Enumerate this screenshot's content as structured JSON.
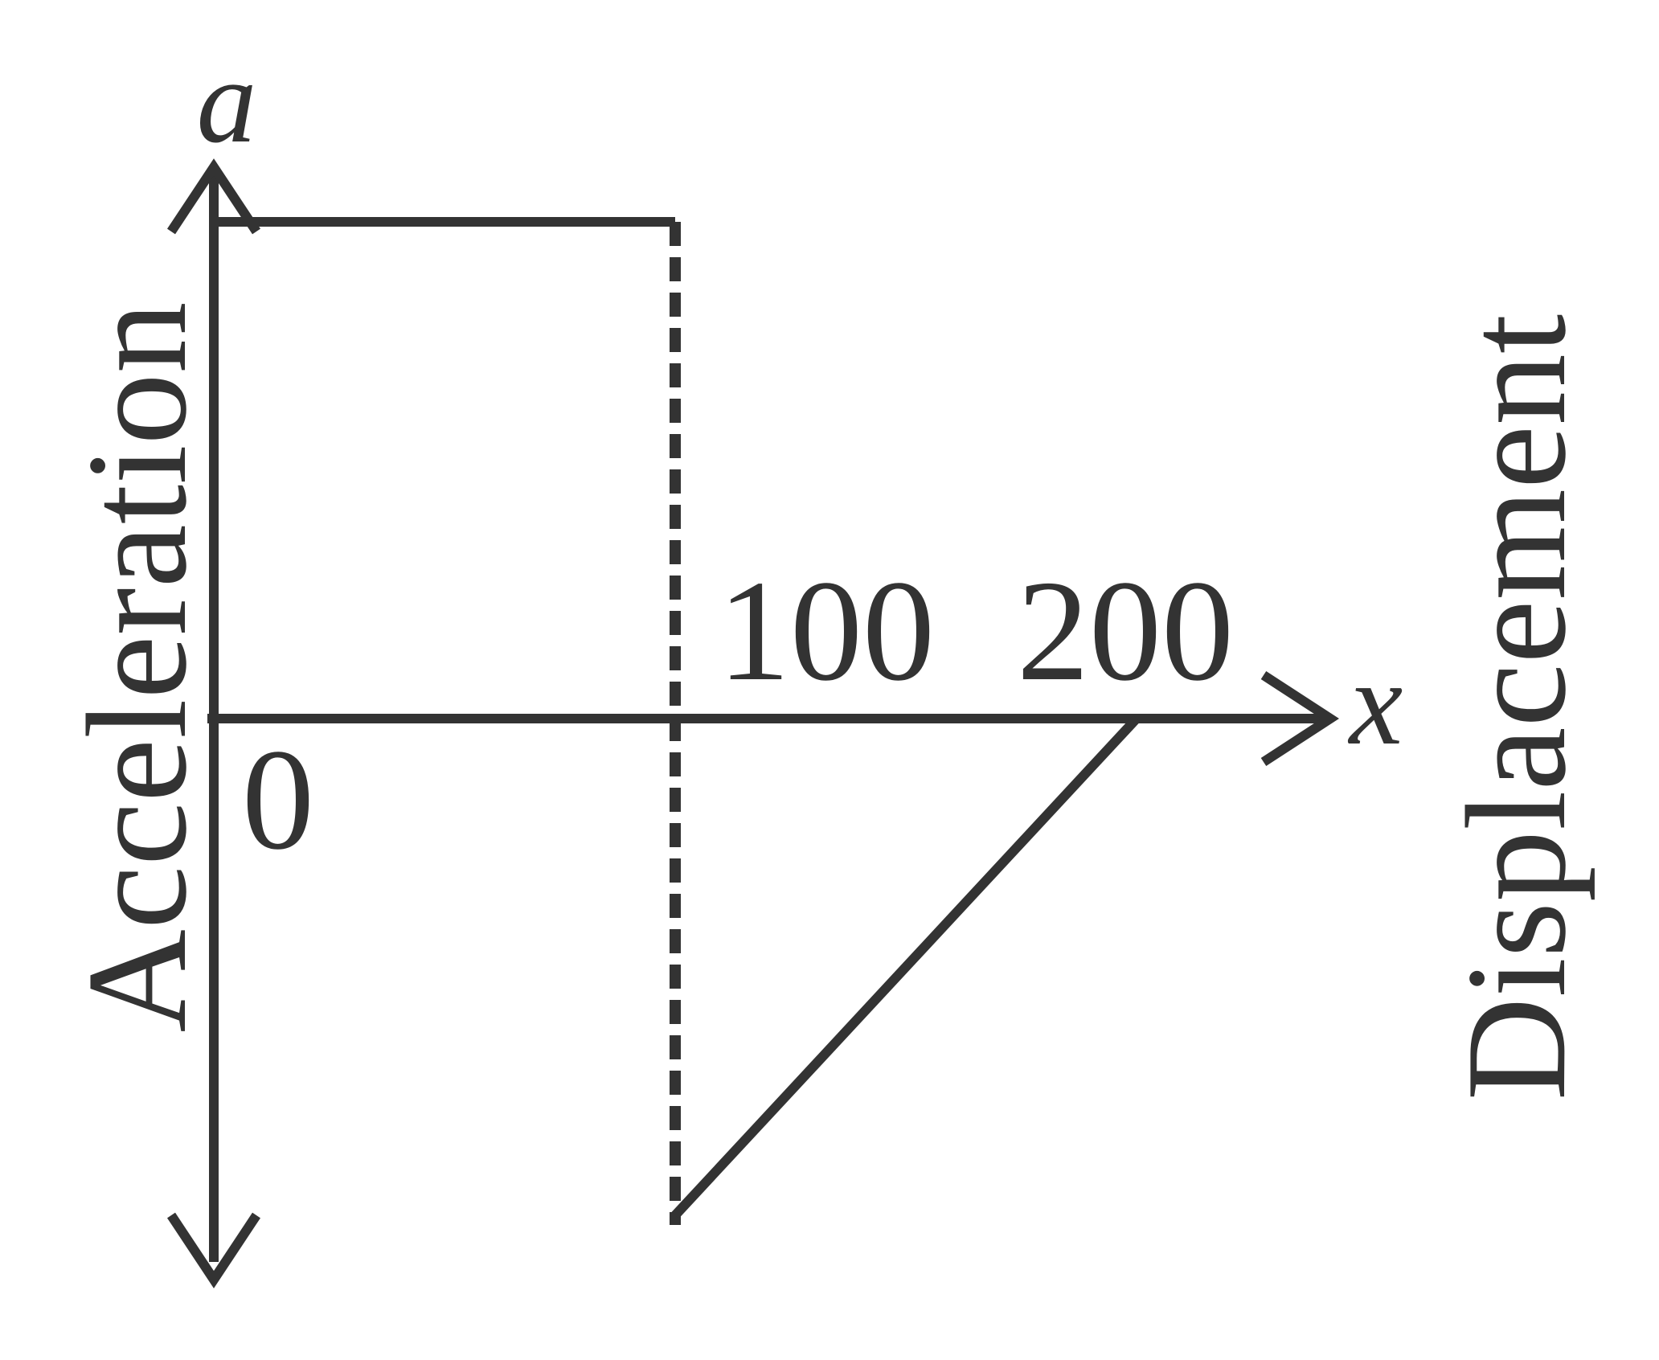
{
  "chart_data": {
    "type": "line",
    "x_symbol": "x",
    "y_symbol": "a",
    "xlabel": "Displacement",
    "ylabel": "Acceleration",
    "origin_label": "0",
    "x_ticks": [
      100,
      200
    ],
    "xlim": [
      0,
      240
    ],
    "grid": false,
    "legend": "none",
    "series": [
      {
        "x": [
          0,
          100,
          100,
          200
        ],
        "y": [
          1,
          1,
          -1,
          0
        ],
        "segments": [
          [
            0,
            1
          ],
          [
            2,
            3
          ]
        ]
      }
    ],
    "dashed_verticals": [
      100
    ]
  }
}
